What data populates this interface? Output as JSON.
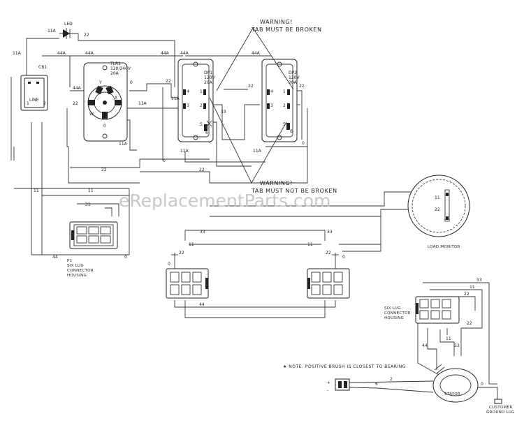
{
  "watermark": "eReplacementParts.com",
  "warnings": {
    "top": {
      "title": "WARNING!",
      "text": "TAB MUST BE BROKEN"
    },
    "bottom": {
      "title": "WARNING!",
      "text": "TAB MUST NOT BE BROKEN"
    }
  },
  "components": {
    "led": "LED",
    "cb": "CB1",
    "cb_line": "LINE",
    "tlr1": [
      "TLR1",
      "120/240V",
      "20A"
    ],
    "dp1": [
      "DP1",
      "120V",
      "20A"
    ],
    "dp2": [
      "DP2",
      "120V",
      "20A"
    ],
    "p1": [
      "P1",
      "SIX LUG",
      "CONNECTOR",
      "HOUSING"
    ],
    "six_lug": [
      "SIX LUG",
      "CONNECTOR",
      "HOUSING"
    ],
    "load_monitor": "LOAD MONITOR",
    "stator": "STATOR",
    "ground_lug": [
      "CUSTOMER",
      "GROUND LUG"
    ]
  },
  "note": "★ NOTE: POSITIVE BRUSH IS CLOSEST TO BEARING",
  "wire_labels": {
    "w11a_led": "11A",
    "w22_led": "22",
    "w11a_left": "11A",
    "w44a_1": "44A",
    "w44a_2": "44A",
    "w44a_3": "44A",
    "w44a_4": "44A",
    "w44a_5": "44A",
    "w44a_cb": "44A",
    "w22_cb": "22",
    "w22_tlr": "22",
    "w0_tlr": "0",
    "w11a_tlr": "11A",
    "w11a_tlr_b": "11A",
    "w11a_dp1": "11A",
    "w22_dp1": "22",
    "w33_dp1": "33",
    "w22_dp2": "22",
    "w0_mid": "0",
    "w11a_bot1": "11A",
    "w11a_bot2": "11A",
    "w0_bot": "0",
    "w22_bot1": "22",
    "w22_bot2": "22",
    "w11_left": "11",
    "w11_mid": "11",
    "w33_p1": "33",
    "w44_p1": "44",
    "w0_p1": "0",
    "w11_lm": "11",
    "w22_lm": "22",
    "w33_c1": "33",
    "w33_c2": "33",
    "w11_c1": "11",
    "w11_c2": "11",
    "w22_c1": "22",
    "w22_c2": "22",
    "w0_c1": "0",
    "w0_c2": "0",
    "w44_c": "44",
    "w33_s": "33",
    "w11_s": "11",
    "w22_s": "22",
    "w44_s": "44",
    "w33_s2": "33",
    "w11_s2": "11",
    "w22_s2": "22",
    "w6_s": "6",
    "w2_s": "2",
    "w0_s": "0",
    "pin_1": "1",
    "pin_2": "2",
    "pin_3": "3",
    "pin_4": "4",
    "pin_5": "5",
    "pin_y": "Y",
    "pin_x": "X",
    "pin_w": "W",
    "pin_0": "0",
    "dp1_pin_1": "1",
    "dp1_pin_2": "2",
    "dp1_pin_3": "3",
    "dp1_pin_4": "4",
    "dp1_pin_5": "5",
    "dp1_pin_6": "6",
    "dp2_pin_1": "1",
    "dp2_pin_2": "2",
    "dp2_pin_3": "3",
    "dp2_pin_4": "4",
    "dp2_pin_5": "5",
    "dp2_pin_6": "6",
    "brush_pos": "+",
    "brush_neg": "-"
  }
}
